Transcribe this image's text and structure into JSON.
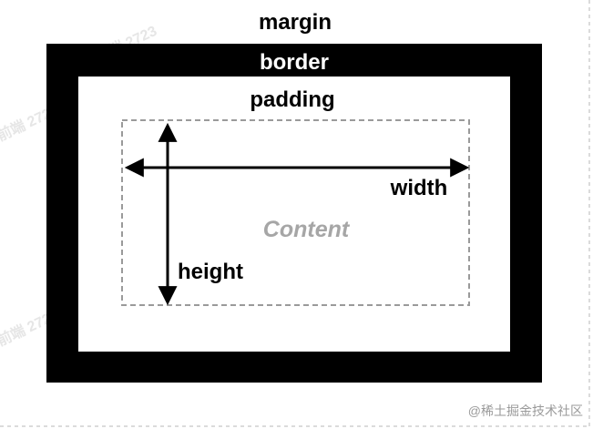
{
  "labels": {
    "margin": "margin",
    "border": "border",
    "padding": "padding",
    "content": "Content",
    "width": "width",
    "height": "height"
  },
  "watermark": {
    "text": "前端 2723",
    "color": "#e6e6e6"
  },
  "footer": {
    "text": "@稀土掘金技术社区"
  },
  "colors": {
    "border": "#000000",
    "padding": "#ffffff",
    "margin_outline": "#cfcfcf",
    "content_dashed": "#9a9a9a",
    "content_text": "#a6a6a6",
    "arrows": "#000000",
    "footer_text": "#9a9a9a"
  }
}
